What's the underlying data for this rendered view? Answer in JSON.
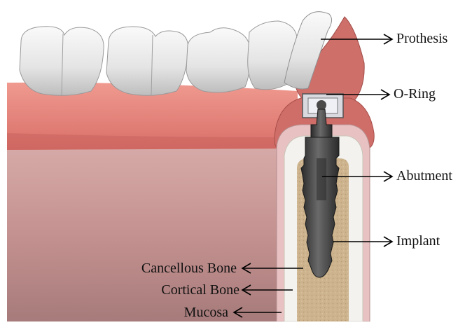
{
  "labels": {
    "prothesis": "Prothesis",
    "o_ring": "O-Ring",
    "abutment": "Abutment",
    "implant": "Implant",
    "cancellous_bone": "Cancellous Bone",
    "cortical_bone": "Cortical Bone",
    "mucosa": "Mucosa"
  },
  "colors": {
    "gum": "#e5847c",
    "gum_dark": "#c86560",
    "jaw": "#c89a98",
    "mucosa": "#e8c6c6",
    "cortical_bone": "#f2f2ee",
    "cancellous_bone": "#cbb28d",
    "implant": "#3a3a3a",
    "tooth": "#eeeeee",
    "arrow": "#000000"
  }
}
